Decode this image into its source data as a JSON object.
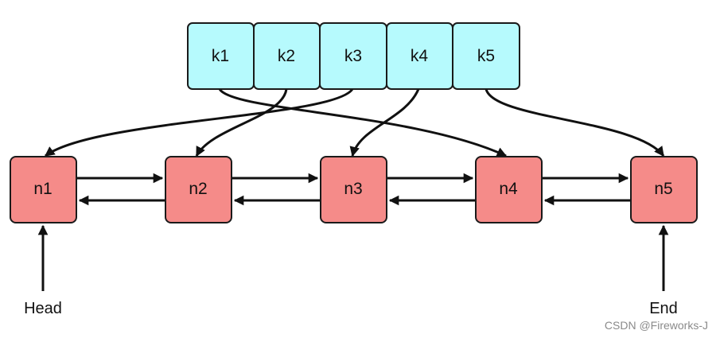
{
  "keys": [
    "k1",
    "k2",
    "k3",
    "k4",
    "k5"
  ],
  "nodes": [
    "n1",
    "n2",
    "n3",
    "n4",
    "n5"
  ],
  "key_to_node": [
    {
      "from": "k1",
      "to": "n4"
    },
    {
      "from": "k2",
      "to": "n2"
    },
    {
      "from": "k3",
      "to": "n1"
    },
    {
      "from": "k4",
      "to": "n3"
    },
    {
      "from": "k5",
      "to": "n5"
    }
  ],
  "labels": {
    "head": "Head",
    "end": "End"
  },
  "watermark": "CSDN @Fireworks-J",
  "colors": {
    "key_fill": "#b6fafd",
    "node_fill": "#f58b89",
    "stroke": "#1a1a1a"
  }
}
